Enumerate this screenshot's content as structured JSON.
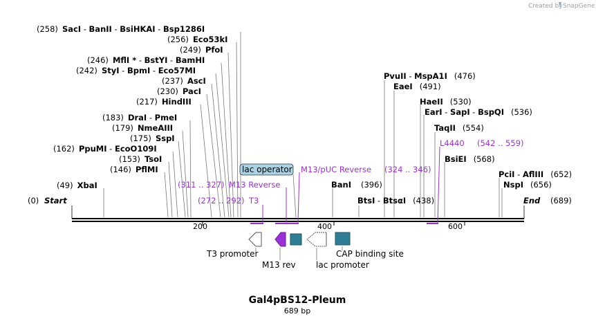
{
  "credit": {
    "created_by": "Created by",
    "brand": "SnapGene"
  },
  "map": {
    "name": "Gal4pBS12-Pleum",
    "length": "689 bp"
  },
  "ruler": {
    "ticks": [
      "200",
      "400",
      "600"
    ]
  },
  "start": {
    "pos": "(0)",
    "label": "Start"
  },
  "end": {
    "label": "End",
    "pos": "(689)"
  },
  "sites": [
    {
      "pos": "(258)",
      "names": [
        "SacI",
        "BanII",
        "BsiHKAI",
        "Bsp1286I"
      ]
    },
    {
      "pos": "(256)",
      "names": [
        "Eco53kI"
      ]
    },
    {
      "pos": "(249)",
      "names": [
        "PfoI"
      ]
    },
    {
      "pos": "(246)",
      "names": [
        "MflI *",
        "BstYI",
        "BamHI"
      ]
    },
    {
      "pos": "(242)",
      "names": [
        "StyI",
        "BpmI",
        "Eco57MI"
      ]
    },
    {
      "pos": "(237)",
      "names": [
        "AscI"
      ]
    },
    {
      "pos": "(230)",
      "names": [
        "PacI"
      ]
    },
    {
      "pos": "(217)",
      "names": [
        "HindIII"
      ]
    },
    {
      "pos": "(183)",
      "names": [
        "DraI",
        "PmeI"
      ]
    },
    {
      "pos": "(179)",
      "names": [
        "NmeAIII"
      ]
    },
    {
      "pos": "(175)",
      "names": [
        "SspI"
      ]
    },
    {
      "pos": "(162)",
      "names": [
        "PpuMI",
        "EcoO109I"
      ]
    },
    {
      "pos": "(153)",
      "names": [
        "TsoI"
      ]
    },
    {
      "pos": "(146)",
      "names": [
        "PflMI"
      ]
    },
    {
      "pos": "(49)",
      "names": [
        "XbaI"
      ]
    },
    {
      "pos": "(476)",
      "names": [
        "PvuII",
        "MspA1I"
      ]
    },
    {
      "pos": "(491)",
      "names": [
        "EaeI"
      ]
    },
    {
      "pos": "(530)",
      "names": [
        "HaeII"
      ]
    },
    {
      "pos": "(536)",
      "names": [
        "EarI",
        "SapI",
        "BspQI"
      ]
    },
    {
      "pos": "(554)",
      "names": [
        "TaqII"
      ]
    },
    {
      "pos": "(568)",
      "names": [
        "BsiEI"
      ]
    },
    {
      "pos": "(652)",
      "names": [
        "PciI",
        "AflIII"
      ]
    },
    {
      "pos": "(656)",
      "names": [
        "NspI"
      ]
    },
    {
      "pos": "(396)",
      "names": [
        "BanI"
      ]
    },
    {
      "pos": "(438)",
      "names": [
        "BtsI",
        "BtsαI"
      ]
    }
  ],
  "primers": [
    {
      "name": "M13/pUC Reverse",
      "range": "(324 .. 346)"
    },
    {
      "name": "M13 Reverse",
      "range": "(311 .. 327)"
    },
    {
      "name": "T3",
      "range": "(272 .. 292)"
    },
    {
      "name": "L4440",
      "range": "(542 .. 559)"
    }
  ],
  "features": {
    "lac_operator": "lac operator",
    "t3_promoter": "T3 promoter",
    "m13_rev": "M13 rev",
    "lac_promoter": "lac promoter",
    "cap_site": "CAP binding site"
  },
  "colors": {
    "primer": "#9b30d9",
    "feature_teal": "#2e7f96",
    "operator_bg": "#a8d3e6"
  }
}
